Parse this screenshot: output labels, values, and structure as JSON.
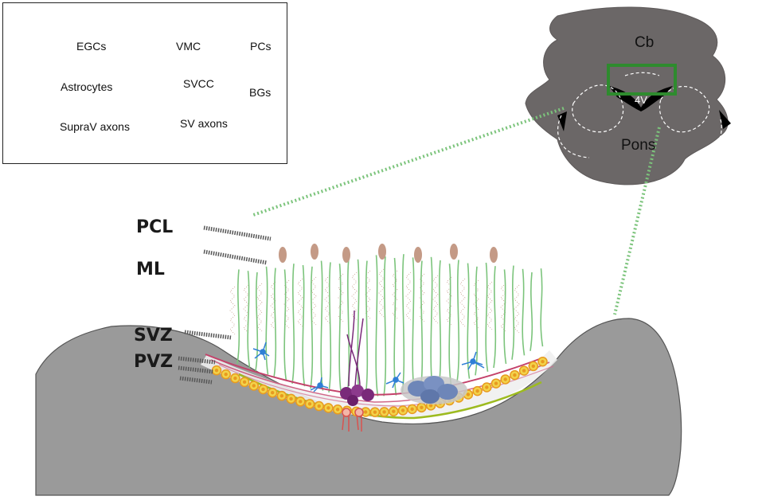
{
  "legend": {
    "egcs": "EGCs",
    "vmc": "VMC",
    "pcs": "PCs",
    "astrocytes": "Astrocytes",
    "svcc": "SVCC",
    "bgs": "BGs",
    "suprav_axons": "SupraV axons",
    "sv_axons": "SV axons"
  },
  "section": {
    "cb": "Cb",
    "fourth_ventricle": "4V",
    "pons": "Pons"
  },
  "layers": {
    "pcl": "PCL",
    "ml": "ML",
    "svz": "SVZ",
    "pvz": "PVZ"
  },
  "colors": {
    "tissue_gray": "#9a9a9a",
    "section_gray": "#6b6767",
    "highlight_box": "#2e8b2e",
    "bergmann_glia": "#7cc47c",
    "purkinje": "#c49a86",
    "egc_orange": "#e89a20",
    "egc_yellow": "#f2d34a",
    "astrocyte_blue": "#2f7fd6",
    "vmc_purple": "#7a2a7a",
    "svcc_blue": "#6e86b8",
    "suprav_axon": "#9dbb1f",
    "sv_axon": "#c4416a"
  }
}
